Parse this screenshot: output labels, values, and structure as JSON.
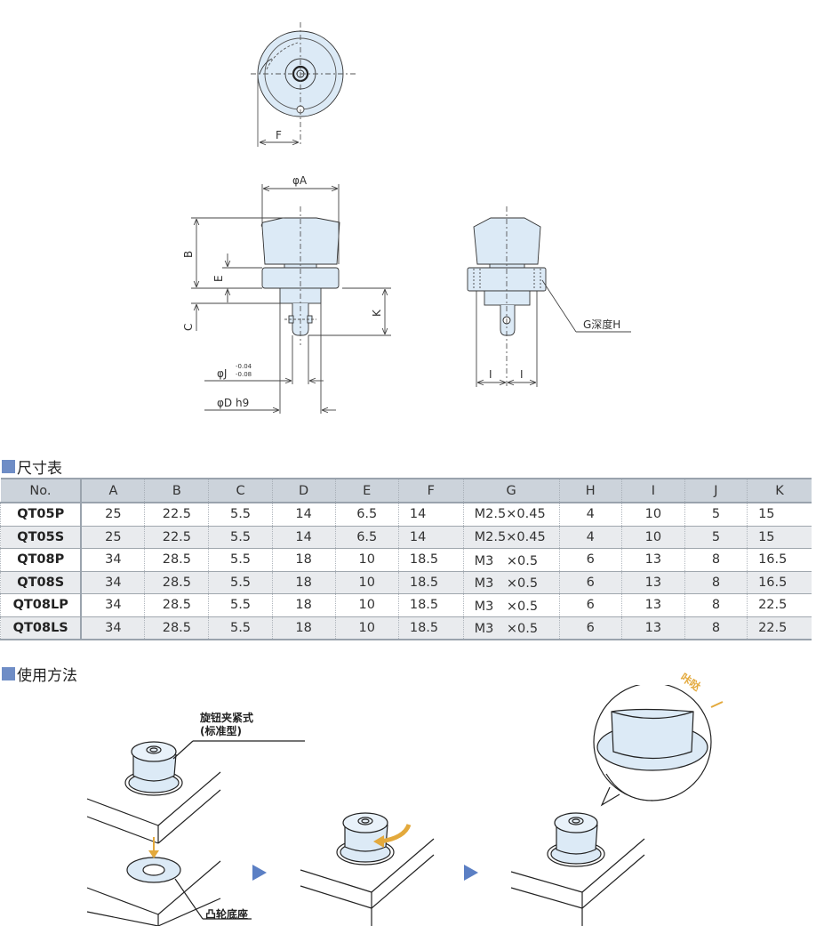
{
  "drawing": {
    "top_view": {
      "dim_F": "F"
    },
    "front_view": {
      "dim_A": "φA",
      "dim_B": "B",
      "dim_E": "E",
      "dim_C": "C",
      "dim_K": "K",
      "dim_J": "φJ",
      "dim_J_tol_upper": "-0.04",
      "dim_J_tol_lower": "-0.08",
      "dim_D": "φD h9"
    },
    "side_view": {
      "dim_G": "G深度H",
      "dim_I_left": "I",
      "dim_I_right": "I"
    }
  },
  "dimension_table": {
    "title": "尺寸表",
    "columns": [
      "No.",
      "A",
      "B",
      "C",
      "D",
      "E",
      "F",
      "G",
      "H",
      "I",
      "J",
      "K"
    ],
    "rows": [
      [
        "QT05P",
        "25",
        "22.5",
        "5.5",
        "14",
        "6.5",
        "14",
        "M2.5×0.45",
        "4",
        "10",
        "5",
        "15"
      ],
      [
        "QT05S",
        "25",
        "22.5",
        "5.5",
        "14",
        "6.5",
        "14",
        "M2.5×0.45",
        "4",
        "10",
        "5",
        "15"
      ],
      [
        "QT08P",
        "34",
        "28.5",
        "5.5",
        "18",
        "10",
        "18.5",
        "M3　×0.5",
        "6",
        "13",
        "8",
        "16.5"
      ],
      [
        "QT08S",
        "34",
        "28.5",
        "5.5",
        "18",
        "10",
        "18.5",
        "M3　×0.5",
        "6",
        "13",
        "8",
        "16.5"
      ],
      [
        "QT08LP",
        "34",
        "28.5",
        "5.5",
        "18",
        "10",
        "18.5",
        "M3　×0.5",
        "6",
        "13",
        "8",
        "22.5"
      ],
      [
        "QT08LS",
        "34",
        "28.5",
        "5.5",
        "18",
        "10",
        "18.5",
        "M3　×0.5",
        "6",
        "13",
        "8",
        "22.5"
      ]
    ]
  },
  "usage": {
    "title": "使用方法",
    "label_knob_line1": "旋钮夹紧式",
    "label_knob_line2": "(标准型)",
    "label_base": "凸轮底座",
    "label_click": "咔哒"
  },
  "colors": {
    "accent": "#6f8dc6",
    "part_fill": "#dceaf6",
    "arrow_orange": "#e3a93c",
    "header_bg": "#ccd3db"
  }
}
